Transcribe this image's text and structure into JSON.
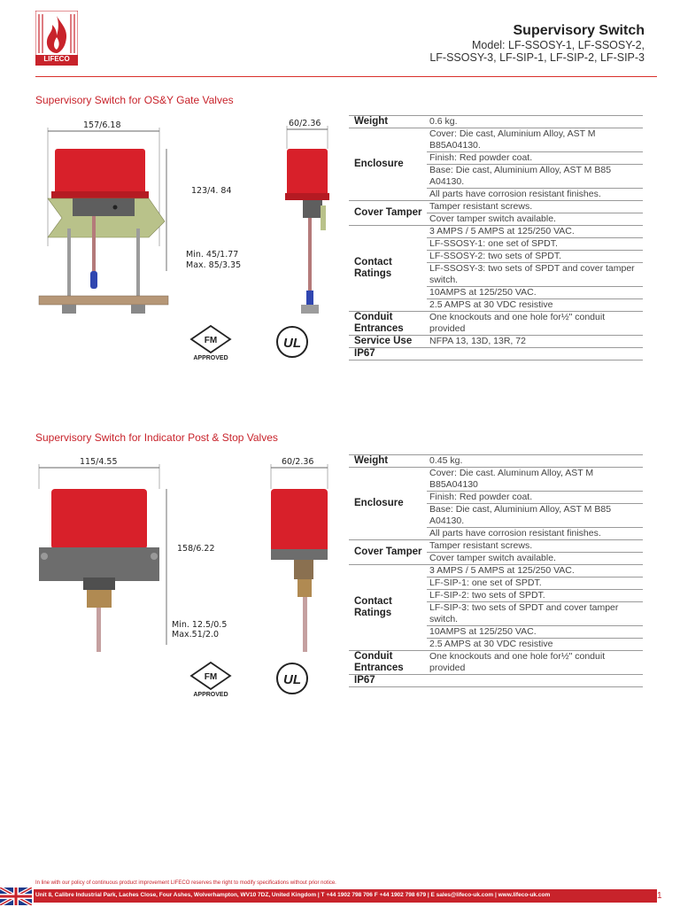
{
  "header": {
    "brand": "LIFECO",
    "title": "Supervisory Switch",
    "model_line1": "Model:  LF-SSOSY-1, LF-SSOSY-2,",
    "model_line2": "LF-SSOSY-3, LF-SIP-1, LF-SIP-2, LF-SIP-3"
  },
  "section1": {
    "title": "Supervisory Switch for OS&Y Gate Valves",
    "dims": {
      "width": "157/6.18",
      "depth": "60/2.36",
      "height": "123/4. 84",
      "min": "Min. 45/1.77",
      "max": "Max. 85/3.35"
    },
    "cert_fm": "FM",
    "cert_fm_sub": "APPROVED",
    "cert_ul": "UL",
    "rows": [
      {
        "label": "Weight",
        "values": [
          "0.6 kg."
        ]
      },
      {
        "label": "Enclosure",
        "values": [
          "Cover: Die cast, Aluminium Alloy, AST M B85A04130.",
          "Finish: Red powder coat.",
          "Base: Die cast, Aluminium Alloy, AST M B85 A04130.",
          "All parts have corrosion resistant finishes."
        ]
      },
      {
        "label": "Cover Tamper",
        "values": [
          "Tamper resistant screws.",
          "Cover tamper switch available."
        ]
      },
      {
        "label": "Contact Ratings",
        "values": [
          "3 AMPS / 5 AMPS at 125/250 VAC.",
          "LF-SSOSY-1: one set of SPDT.",
          "LF-SSOSY-2: two sets of SPDT.",
          "LF-SSOSY-3: two sets of SPDT and cover tamper switch.",
          "10AMPS at 125/250 VAC.",
          "2.5 AMPS at 30 VDC resistive"
        ]
      },
      {
        "label": "Conduit Entrances",
        "values": [
          "One knockouts and one hole for½\" conduit provided"
        ]
      },
      {
        "label": "Service Use",
        "values": [
          "NFPA 13, 13D, 13R, 72"
        ]
      },
      {
        "label": "IP67",
        "values": [
          ""
        ]
      }
    ]
  },
  "section2": {
    "title": "Supervisory Switch for Indicator Post & Stop Valves",
    "dims": {
      "width": "115/4.55",
      "depth": "60/2.36",
      "height": "158/6.22",
      "min": "Min. 12.5/0.5",
      "max": "Max.51/2.0"
    },
    "cert_fm": "FM",
    "cert_fm_sub": "APPROVED",
    "cert_ul": "UL",
    "rows": [
      {
        "label": "Weight",
        "values": [
          "0.45 kg."
        ]
      },
      {
        "label": "Enclosure",
        "values": [
          "Cover: Die cast. Aluminum Alloy, AST M B85A04130",
          "Finish: Red powder coat.",
          "Base: Die cast, Aluminium Alloy, AST M B85 A04130.",
          "All parts have corrosion resistant finishes."
        ]
      },
      {
        "label": "Cover Tamper",
        "values": [
          "Tamper resistant screws.",
          "Cover tamper switch available."
        ]
      },
      {
        "label": "Contact Ratings",
        "values": [
          "3 AMPS / 5 AMPS at 125/250 VAC.",
          "LF-SIP-1: one set of SPDT.",
          "LF-SIP-2: two sets of SPDT.",
          "LF-SIP-3: two sets of SPDT and cover tamper switch.",
          "10AMPS at 125/250 VAC.",
          "2.5 AMPS at 30 VDC resistive"
        ]
      },
      {
        "label": "Conduit Entrances",
        "values": [
          "One knockouts and one hole for½\" conduit provided"
        ]
      },
      {
        "label": "IP67",
        "values": [
          ""
        ]
      }
    ]
  },
  "footer": {
    "note": "In line with our policy of continuous product improvement LIFECO reserves the right to modify specifications without prior notice.",
    "address": "Unit 8, Calibre Industrial Park, Laches Close, Four Ashes, Wolverhampton, WV10 7DZ, United Kingdom | T +44 1902 798 706 F +44 1902 798 679  | E sales@lifeco-uk.com  | www.lifeco-uk.com",
    "page": "1"
  },
  "colors": {
    "accent": "#c8232b",
    "product_red": "#d8202a",
    "base_grey": "#6d6d6d",
    "bracket_green": "#b9c28a"
  }
}
